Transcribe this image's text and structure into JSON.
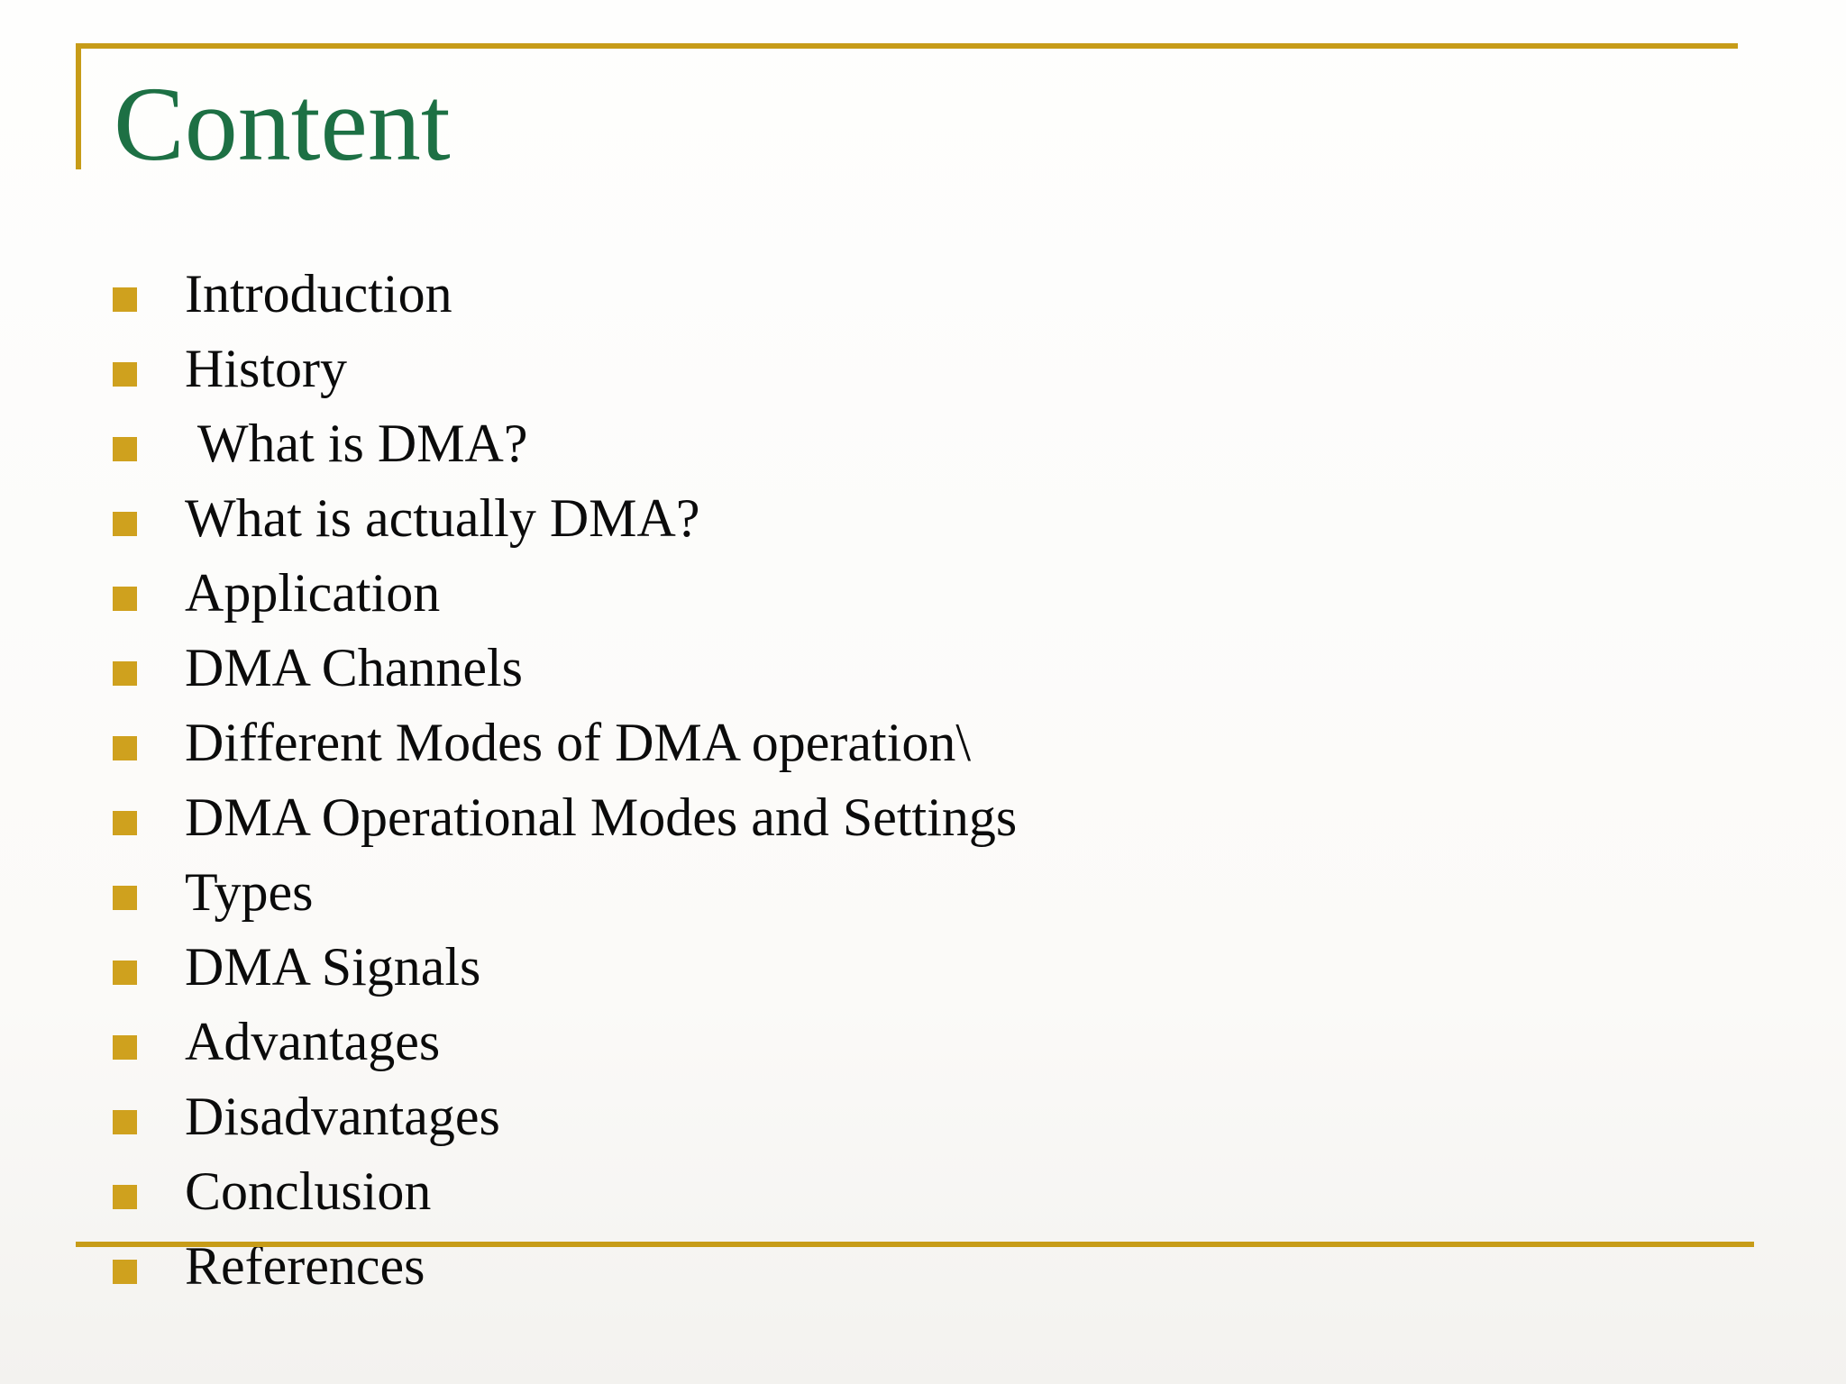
{
  "slide": {
    "title": "Content",
    "colors": {
      "accent": "#C79C18",
      "bullet": "#CFA11E",
      "title-color": "#1D7044",
      "text-color": "#0B0B0B"
    },
    "toc_items": [
      "Introduction",
      "History",
      " What is DMA?",
      "What is actually DMA?",
      "Application",
      "DMA Channels",
      "Different Modes of DMA operation\\",
      "DMA Operational Modes and Settings",
      "Types",
      "DMA Signals",
      "Advantages",
      "Disadvantages",
      "Conclusion",
      "References"
    ]
  }
}
